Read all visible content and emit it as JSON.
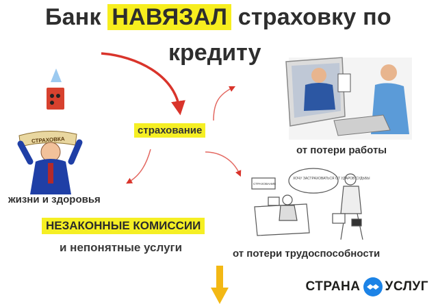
{
  "title": {
    "prefix": "Банк",
    "highlight": "НАВЯЗАЛ",
    "suffix": "страховку по",
    "line2": "кредиту"
  },
  "center_label": "страхование",
  "labels": {
    "work": "от потери работы",
    "health": "жизни и здоровья",
    "disability": "от потери трудоспособности"
  },
  "warning": {
    "headline": "НЕЗАКОННЫЕ КОМИССИИ",
    "sub": "и непонятные услуги"
  },
  "illustration_text": {
    "banner": "СТРАХОВКА",
    "sign": "СТРАХОВАНИЕ",
    "speech": "ХОЧУ ЗАСТРАХОВАТЬСЯ ОТ УДАРОВ СУДЬБЫ"
  },
  "logo": {
    "left": "СТРАНА",
    "right": "УСЛУГ",
    "circle_color": "#1c83e6"
  },
  "colors": {
    "highlight": "#f5ef24",
    "arrow_red": "#d9342b",
    "arrow_yellow": "#f3b814"
  }
}
